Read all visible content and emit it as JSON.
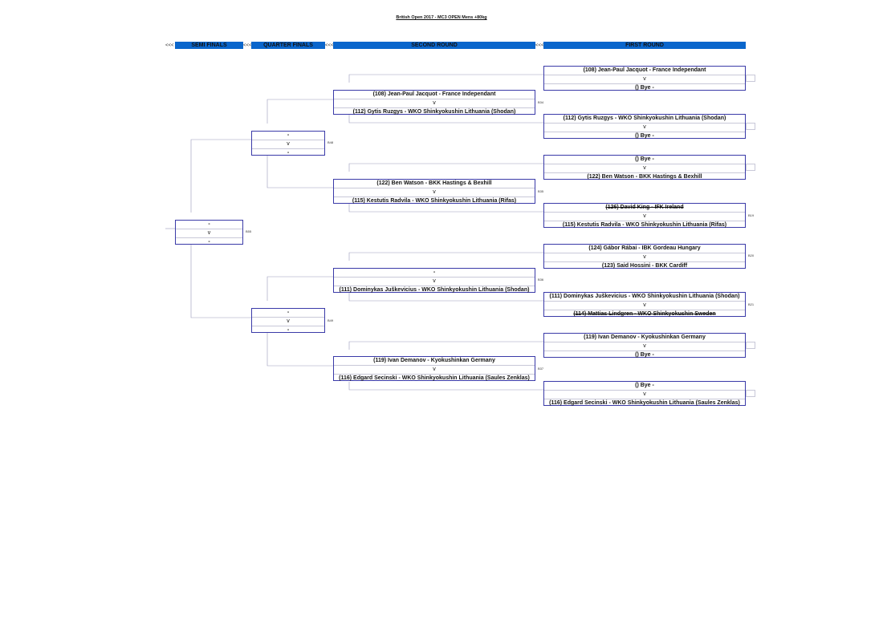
{
  "title": "British Open 2017 - MC3 OPEN Mens +80kg",
  "rounds": {
    "semi": "SEMI FINALS",
    "quarter": "QUARTER FINALS",
    "second": "SECOND ROUND",
    "first": "FIRST ROUND",
    "arrow": "<<<"
  },
  "vs": "v",
  "first_round": [
    {
      "top": "(108) Jean-Paul Jacquot - France Independant",
      "bottom": "() Bye -",
      "bout": ""
    },
    {
      "top": "(112) Gytis Ruzgys - WKO Shinkyokushin Lithuania (Shodan)",
      "bottom": "() Bye -",
      "bout": ""
    },
    {
      "top": "() Bye -",
      "bottom": "(122) Ben Watson - BKK Hastings & Bexhill",
      "bout": ""
    },
    {
      "top": "(126) David King - IFK Ireland",
      "bottom": "(115) Kestutis Radvila - WKO Shinkyokushin Lithuania (Rifas)",
      "bout": "B19"
    },
    {
      "top": "(124) Gábor Rábai - IBK Gordeau Hungary",
      "bottom": "(123) Said Hossini - BKK Cardiff",
      "bout": "B20"
    },
    {
      "top": "(111) Dominykas Juškevicius - WKO Shinkyokushin Lithuania (Shodan)",
      "bottom": "(114) Mattias Lindgren - WKO Shinkyokushin Sweden",
      "bout": "B21"
    },
    {
      "top": "(119) Ivan Demanov - Kyokushinkan Germany",
      "bottom": "() Bye -",
      "bout": ""
    },
    {
      "top": "() Bye -",
      "bottom": "(116) Edgard Secinski - WKO Shinkyokushin Lithuania (Saules Zenklas)",
      "bout": ""
    }
  ],
  "second_round": [
    {
      "top": "(108) Jean-Paul Jacquot - France Independant",
      "bottom": "(112) Gytis Ruzgys - WKO Shinkyokushin Lithuania (Shodan)",
      "bout": "B34"
    },
    {
      "top": "(122) Ben Watson - BKK Hastings & Bexhill",
      "bottom": "(115) Kestutis Radvila - WKO Shinkyokushin Lithuania (Rifas)",
      "bout": "B35"
    },
    {
      "top": "-",
      "bottom": "(111) Dominykas Juškevicius - WKO Shinkyokushin Lithuania (Shodan)",
      "bout": "B36"
    },
    {
      "top": "(119) Ivan Demanov - Kyokushinkan Germany",
      "bottom": "(116) Edgard Secinski - WKO Shinkyokushin Lithuania (Saules Zenklas)",
      "bout": "B37"
    }
  ],
  "quarter_finals": [
    {
      "top": "-",
      "bottom": "-",
      "bout": "B48"
    },
    {
      "top": "-",
      "bottom": "-",
      "bout": "B49"
    }
  ],
  "semi_finals": [
    {
      "top": "-",
      "bottom": "-",
      "bout": "B55"
    }
  ]
}
